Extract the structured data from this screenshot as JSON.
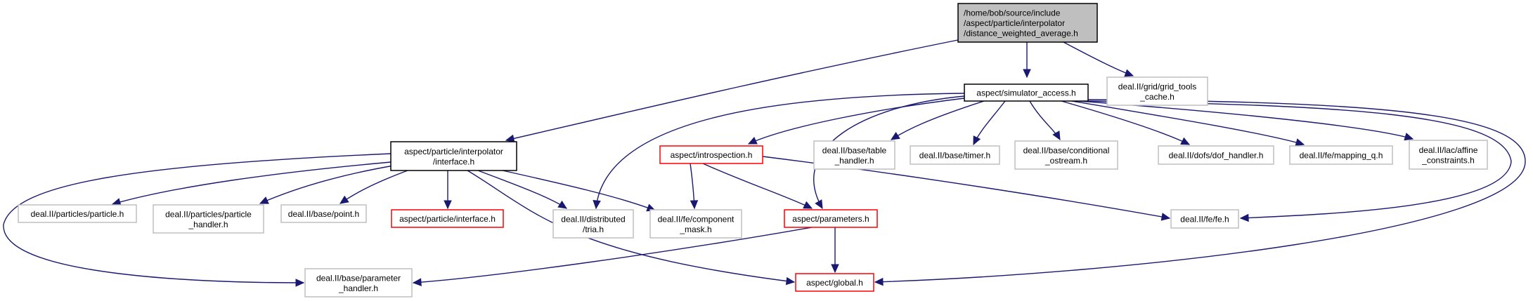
{
  "graph": {
    "title": "Include dependency graph for distance_weighted_average.h",
    "colors": {
      "edge": "#191970",
      "root_fill": "#bfbfbf",
      "documented_border": "#000000",
      "incomplete_border": "#ff0000",
      "external_border": "#bfbfbf"
    },
    "nodes": [
      {
        "id": "root",
        "kind": "root",
        "lines": [
          "/home/bob/source/include",
          "/aspect/particle/interpolator",
          "/distance_weighted_average.h"
        ]
      },
      {
        "id": "simulator_access",
        "kind": "doc",
        "lines": [
          "aspect/simulator_access.h"
        ]
      },
      {
        "id": "grid_tools_cache",
        "kind": "ext",
        "lines": [
          "deal.II/grid/grid_tools",
          "_cache.h"
        ]
      },
      {
        "id": "interp_interface",
        "kind": "doc",
        "lines": [
          "aspect/particle/interpolator",
          "/interface.h"
        ]
      },
      {
        "id": "introspection",
        "kind": "red",
        "lines": [
          "aspect/introspection.h"
        ]
      },
      {
        "id": "table_handler",
        "kind": "ext",
        "lines": [
          "deal.II/base/table",
          "_handler.h"
        ]
      },
      {
        "id": "timer",
        "kind": "ext",
        "lines": [
          "deal.II/base/timer.h"
        ]
      },
      {
        "id": "conditional_ostream",
        "kind": "ext",
        "lines": [
          "deal.II/base/conditional",
          "_ostream.h"
        ]
      },
      {
        "id": "dof_handler",
        "kind": "ext",
        "lines": [
          "deal.II/dofs/dof_handler.h"
        ]
      },
      {
        "id": "mapping_q",
        "kind": "ext",
        "lines": [
          "deal.II/fe/mapping_q.h"
        ]
      },
      {
        "id": "affine_constraints",
        "kind": "ext",
        "lines": [
          "deal.II/lac/affine",
          "_constraints.h"
        ]
      },
      {
        "id": "particles_particle",
        "kind": "ext",
        "lines": [
          "deal.II/particles/particle.h"
        ]
      },
      {
        "id": "particle_handler",
        "kind": "ext",
        "lines": [
          "deal.II/particles/particle",
          "_handler.h"
        ]
      },
      {
        "id": "point",
        "kind": "ext",
        "lines": [
          "deal.II/base/point.h"
        ]
      },
      {
        "id": "particle_interface",
        "kind": "red",
        "lines": [
          "aspect/particle/interface.h"
        ]
      },
      {
        "id": "distributed_tria",
        "kind": "ext",
        "lines": [
          "deal.II/distributed",
          "/tria.h"
        ]
      },
      {
        "id": "component_mask",
        "kind": "ext",
        "lines": [
          "deal.II/fe/component",
          "_mask.h"
        ]
      },
      {
        "id": "parameters",
        "kind": "red",
        "lines": [
          "aspect/parameters.h"
        ]
      },
      {
        "id": "fe",
        "kind": "ext",
        "lines": [
          "deal.II/fe/fe.h"
        ]
      },
      {
        "id": "parameter_handler",
        "kind": "ext",
        "lines": [
          "deal.II/base/parameter",
          "_handler.h"
        ]
      },
      {
        "id": "global",
        "kind": "red",
        "lines": [
          "aspect/global.h"
        ]
      }
    ],
    "edges": [
      {
        "from": "root",
        "to": "simulator_access"
      },
      {
        "from": "root",
        "to": "grid_tools_cache"
      },
      {
        "from": "root",
        "to": "interp_interface"
      },
      {
        "from": "simulator_access",
        "to": "introspection"
      },
      {
        "from": "simulator_access",
        "to": "table_handler"
      },
      {
        "from": "simulator_access",
        "to": "timer"
      },
      {
        "from": "simulator_access",
        "to": "conditional_ostream"
      },
      {
        "from": "simulator_access",
        "to": "dof_handler"
      },
      {
        "from": "simulator_access",
        "to": "mapping_q"
      },
      {
        "from": "simulator_access",
        "to": "affine_constraints"
      },
      {
        "from": "simulator_access",
        "to": "distributed_tria"
      },
      {
        "from": "simulator_access",
        "to": "parameters"
      },
      {
        "from": "simulator_access",
        "to": "fe"
      },
      {
        "from": "simulator_access",
        "to": "global"
      },
      {
        "from": "interp_interface",
        "to": "particles_particle"
      },
      {
        "from": "interp_interface",
        "to": "particle_handler"
      },
      {
        "from": "interp_interface",
        "to": "point"
      },
      {
        "from": "interp_interface",
        "to": "particle_interface"
      },
      {
        "from": "interp_interface",
        "to": "distributed_tria"
      },
      {
        "from": "interp_interface",
        "to": "component_mask"
      },
      {
        "from": "interp_interface",
        "to": "global"
      },
      {
        "from": "interp_interface",
        "to": "parameter_handler"
      },
      {
        "from": "introspection",
        "to": "component_mask"
      },
      {
        "from": "introspection",
        "to": "parameters"
      },
      {
        "from": "introspection",
        "to": "fe"
      },
      {
        "from": "parameters",
        "to": "parameter_handler"
      },
      {
        "from": "parameters",
        "to": "global"
      }
    ]
  }
}
